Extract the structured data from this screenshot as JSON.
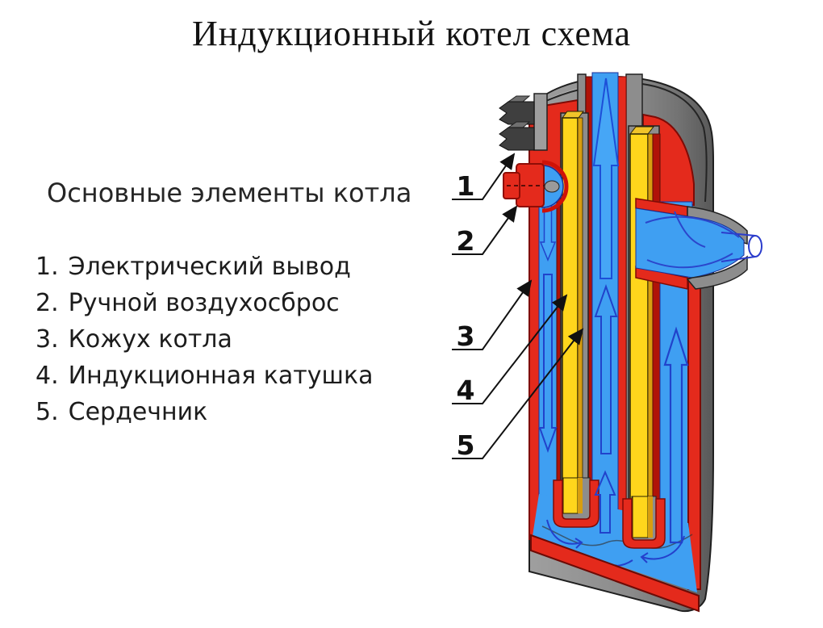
{
  "title": "Индукционный котел схема",
  "legend": {
    "heading": "Основные элементы котла",
    "items": [
      {
        "number": "1.",
        "label": "Электрический вывод"
      },
      {
        "number": "2.",
        "label": "Ручной воздухосброс"
      },
      {
        "number": "3.",
        "label": "Кожух котла"
      },
      {
        "number": "4.",
        "label": "Индукционная катушка"
      },
      {
        "number": "5.",
        "label": "Сердечник"
      }
    ]
  },
  "diagram": {
    "callouts": [
      {
        "number": "1"
      },
      {
        "number": "2"
      },
      {
        "number": "3"
      },
      {
        "number": "4"
      },
      {
        "number": "5"
      }
    ],
    "palette": {
      "casing_red": "#e42a1c",
      "deep_red": "#b01208",
      "red_outline": "#7e0b06",
      "water_blue": "#3f9ff2",
      "arrow_blue": "#2246d0",
      "coil_yellow": "#ffd61c",
      "coil_gold": "#d89d10",
      "shell_gray": "#8d8d8d",
      "shell_gray_dark": "#5c5c5c",
      "terminal_gray": "#3f3f3f",
      "outline_black": "#1f1f1f",
      "background": "#ffffff"
    }
  }
}
